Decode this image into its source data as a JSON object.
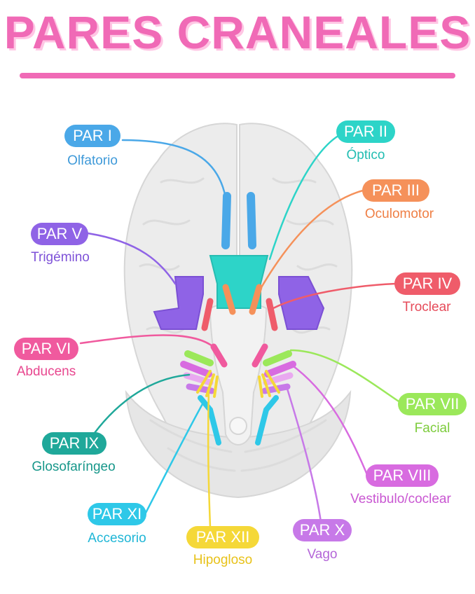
{
  "title": "PARES CRANEALES",
  "colors": {
    "title": "#f06ab6",
    "brain": "#ececec",
    "brain_outline": "#d9d9d9"
  },
  "nerves": [
    {
      "label": "PAR I",
      "name": "Olfatorio",
      "color": "#4aa8e8",
      "text_color": "#3f9ad9"
    },
    {
      "label": "PAR II",
      "name": "Óptico",
      "color": "#2dd4c8",
      "text_color": "#22bdb2"
    },
    {
      "label": "PAR III",
      "name": "Oculomotor",
      "color": "#f5915a",
      "text_color": "#ef7f45"
    },
    {
      "label": "PAR IV",
      "name": "Troclear",
      "color": "#ef5c6a",
      "text_color": "#e64b5a"
    },
    {
      "label": "PAR V",
      "name": "Trigémino",
      "color": "#8f63e6",
      "text_color": "#7e52d8"
    },
    {
      "label": "PAR VI",
      "name": "Abducens",
      "color": "#f05a9e",
      "text_color": "#e8478f"
    },
    {
      "label": "PAR VII",
      "name": "Facial",
      "color": "#9be85a",
      "text_color": "#7dcc3c"
    },
    {
      "label": "PAR VIII",
      "name": "Vestibulo/coclear",
      "color": "#d86be0",
      "text_color": "#c957d2"
    },
    {
      "label": "PAR IX",
      "name": "Glosofaríngeo",
      "color": "#1fa89a",
      "text_color": "#17978a"
    },
    {
      "label": "PAR X",
      "name": "Vago",
      "color": "#c779e8",
      "text_color": "#b466d8"
    },
    {
      "label": "PAR XI",
      "name": "Accesorio",
      "color": "#2ec8e8",
      "text_color": "#1fb6d6"
    },
    {
      "label": "PAR XII",
      "name": "Hipogloso",
      "color": "#f5d838",
      "text_color": "#e8c21a"
    }
  ]
}
